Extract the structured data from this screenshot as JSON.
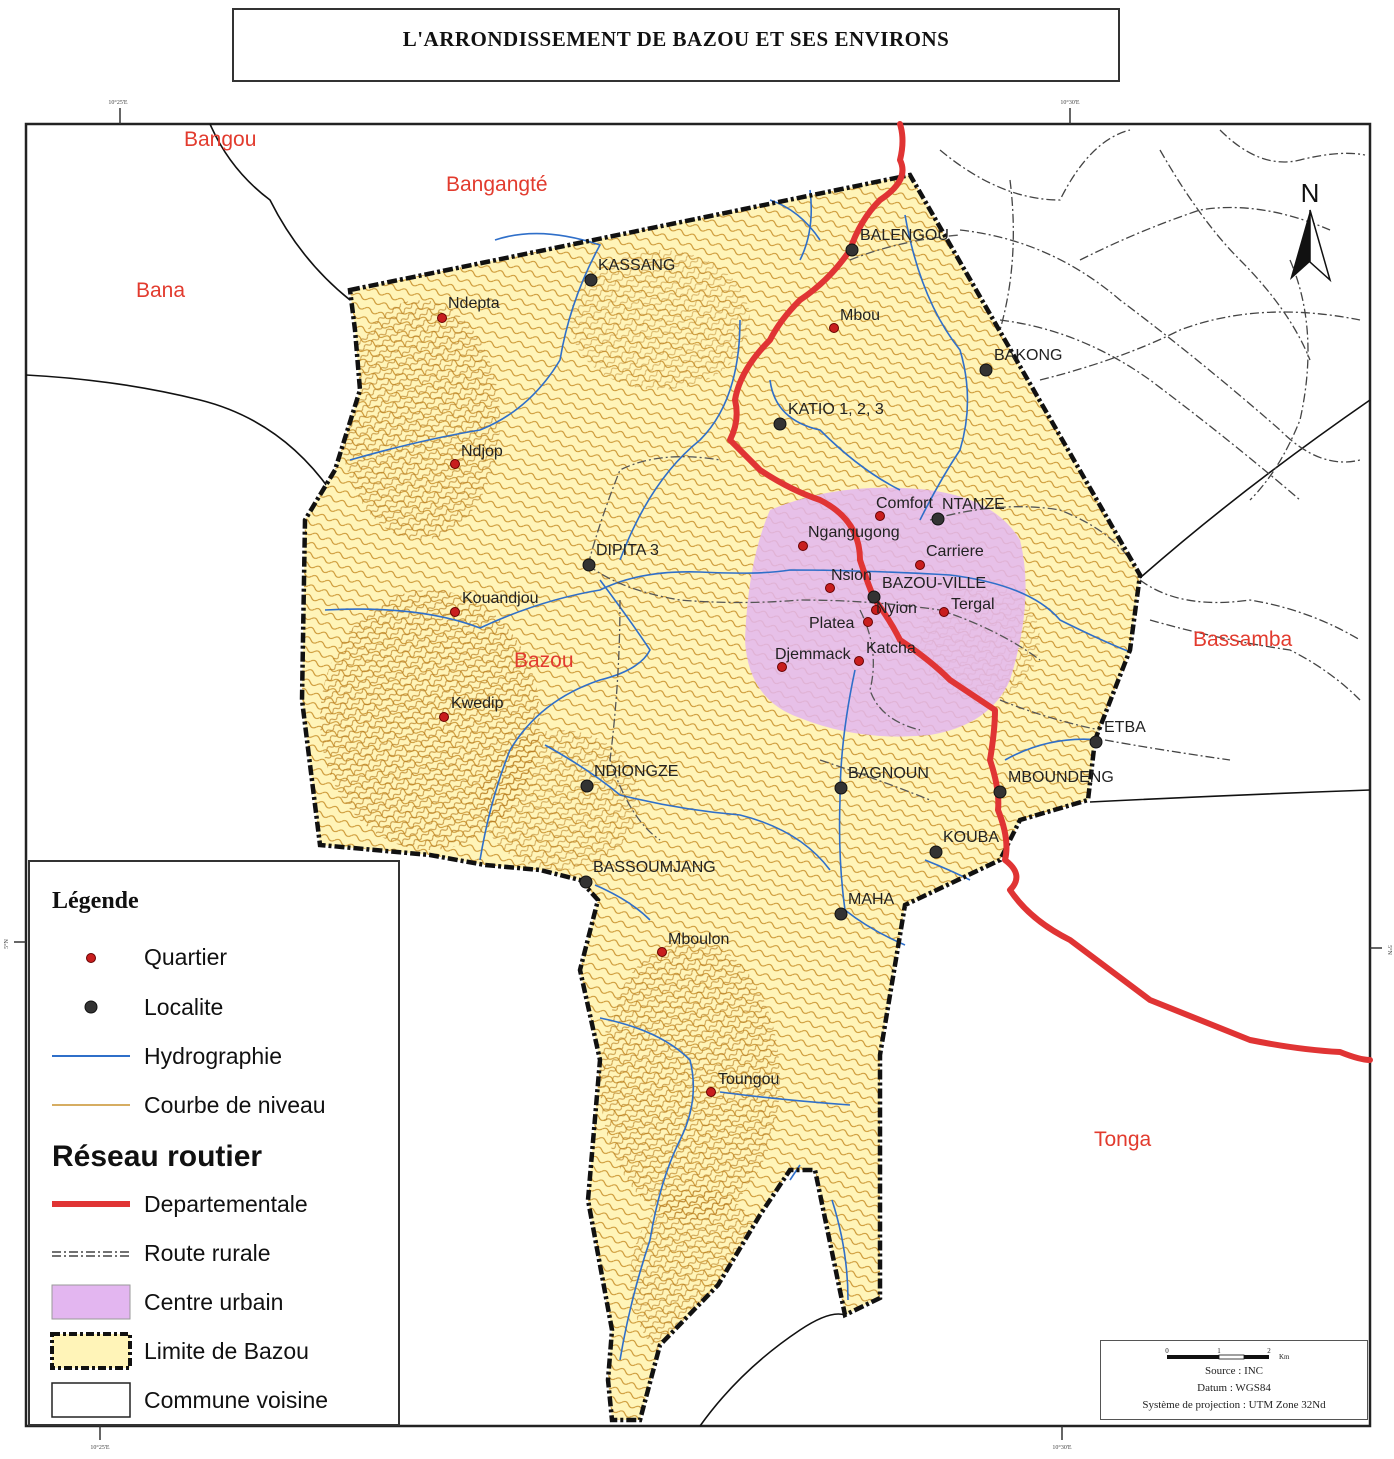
{
  "title": "L'ARRONDISSEMENT DE BAZOU ET SES ENVIRONS",
  "graticule": {
    "top_left": "10°25'E",
    "top_right": "10°30'E",
    "bottom_left": "10°25'E",
    "bottom_right": "10°30'E",
    "left_mid": "5°N",
    "right_mid": "5°N"
  },
  "neighbors": [
    {
      "name": "Bangou"
    },
    {
      "name": "Bangangté"
    },
    {
      "name": "Bana"
    },
    {
      "name": "Bazou"
    },
    {
      "name": "Bassamba"
    },
    {
      "name": "Tonga"
    }
  ],
  "localites": [
    "BALENGOU",
    "KASSANG",
    "BAKONG",
    "KATIO 1, 2, 3",
    "NTANZE",
    "DIPITA 3",
    "BAZOU-VILLE",
    "ETBA",
    "MBOUNDENG",
    "NDIONGZE",
    "BAGNOUN",
    "KOUBA",
    "BASSOUMJANG",
    "MAHA"
  ],
  "quartiers": [
    "Ndepta",
    "Mbou",
    "Ndjop",
    "Comfort",
    "Ngangugong",
    "Carriere",
    "Nsion",
    "Nyion",
    "Tergal",
    "Kouandjou",
    "Platea",
    "Djemmack",
    "Katcha",
    "Kwedip",
    "Mboulon",
    "Toungou"
  ],
  "north_label": "N",
  "legend": {
    "title": "Légende",
    "items": [
      "Quartier",
      "Localite",
      "Hydrographie",
      "Courbe de niveau"
    ],
    "road_title": "Réseau routier",
    "road_items": [
      "Departementale",
      "Route rurale",
      "Centre urbain",
      "Limite de Bazou",
      "Commune voisine"
    ]
  },
  "scale": {
    "ticks": [
      "0",
      "1",
      "2"
    ],
    "unit": "Km"
  },
  "source": {
    "line1": "Source : INC",
    "line2": "Datum : WGS84",
    "line3": "Système de projection : UTM Zone 32Nd"
  },
  "colors": {
    "bazou_fill": "#fff4b8",
    "contour": "#c9922e",
    "river": "#2f6fc9",
    "road": "#e03434",
    "urban": "#e3b6f0",
    "neighbor_label": "#e23b2e"
  }
}
